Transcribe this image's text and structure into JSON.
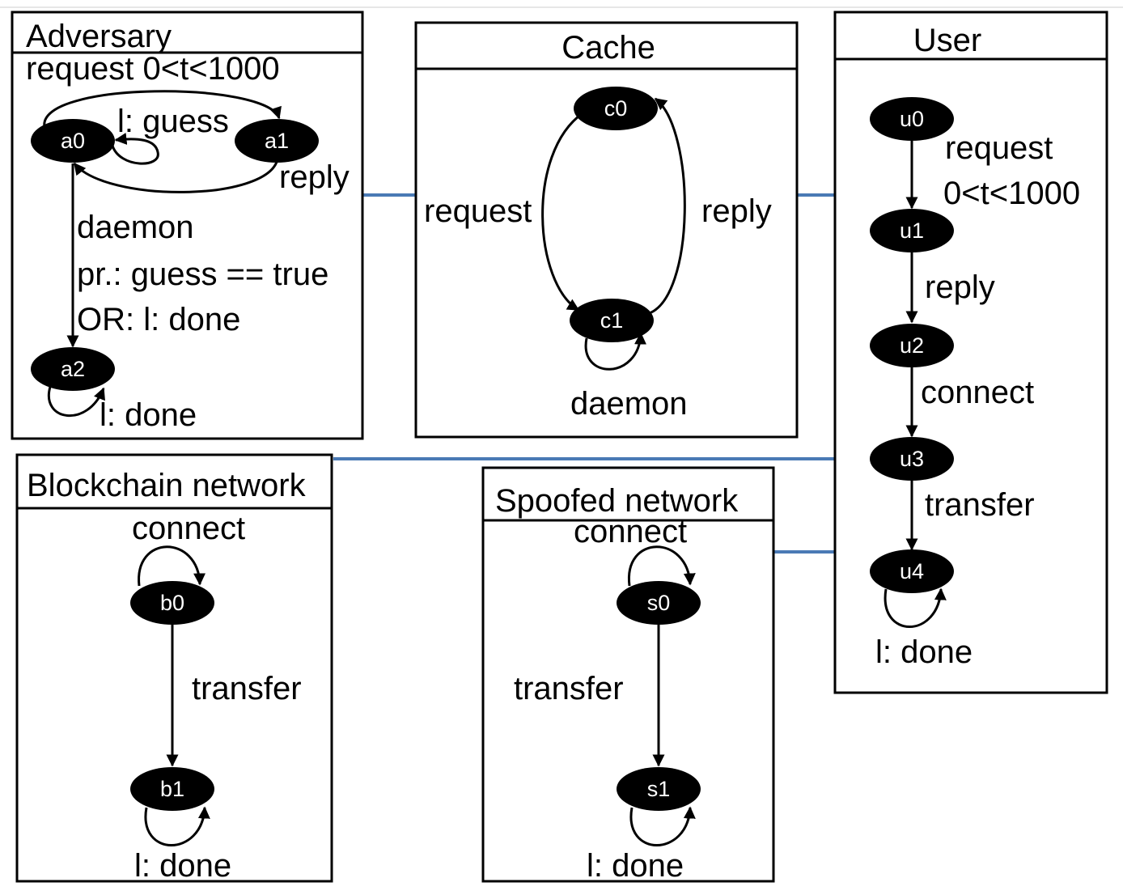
{
  "link_color": "#4a7ab5",
  "adversary": {
    "title": "Adversary",
    "states": {
      "a0": "a0",
      "a1": "a1",
      "a2": "a2"
    },
    "labels": {
      "request": "request 0<t<1000",
      "guess": "l: guess",
      "reply": "reply",
      "daemon": "daemon",
      "predicate": "pr.: guess == true",
      "or_done": "OR: l: done",
      "done": "l: done"
    }
  },
  "cache": {
    "title": "Cache",
    "states": {
      "c0": "c0",
      "c1": "c1"
    },
    "labels": {
      "request": "request",
      "reply": "reply",
      "daemon": "daemon"
    }
  },
  "user": {
    "title": "User",
    "states": {
      "u0": "u0",
      "u1": "u1",
      "u2": "u2",
      "u3": "u3",
      "u4": "u4"
    },
    "labels": {
      "request": "request",
      "guard": "0<t<1000",
      "reply": "reply",
      "connect": "connect",
      "transfer": "transfer",
      "done": "l: done"
    }
  },
  "blockchain": {
    "title": "Blockchain network",
    "states": {
      "b0": "b0",
      "b1": "b1"
    },
    "labels": {
      "connect": "connect",
      "transfer": "transfer",
      "done": "l: done"
    }
  },
  "spoofed": {
    "title": "Spoofed network",
    "states": {
      "s0": "s0",
      "s1": "s1"
    },
    "labels": {
      "connect": "connect",
      "transfer": "transfer",
      "done": "l: done"
    }
  }
}
